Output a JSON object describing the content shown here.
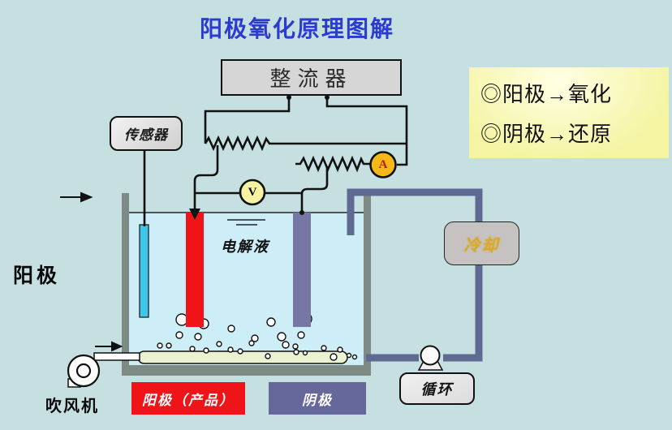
{
  "title": {
    "text": "阳极氧化原理图解"
  },
  "rectifier": {
    "label": "整流器"
  },
  "sensor": {
    "label": "传感器"
  },
  "info_box": {
    "line1": "◎阳极→氧化",
    "line2": "◎阴极→还原"
  },
  "meters": {
    "voltmeter_label": "V",
    "ammeter_label": "A"
  },
  "tank": {
    "electrolyte_label": "电解液"
  },
  "side_labels": {
    "anode": "阳极",
    "blower": "吹风机"
  },
  "legend": {
    "anode_label": "阳极（产品）",
    "cathode_label": "阴极"
  },
  "cooler": {
    "label": "冷却"
  },
  "circulation": {
    "label": "循环"
  },
  "icons": {
    "voltmeter": "voltmeter-icon",
    "ammeter": "ammeter-icon",
    "pump": "pump-icon",
    "blower": "blower-fan-icon",
    "resistor": "resistor-zigzag-icon",
    "flow_arrow": "right-arrow-icon"
  },
  "colors": {
    "background": "#c6e0e1",
    "liquid": "#cdeef7",
    "anode_red": "#ee1418",
    "cathode_purple": "#7677a5",
    "legend_cathode": "#66679a",
    "probe_cyan": "#3fc6ea",
    "pipe": "#5e6a92",
    "tank_wall": "#7e8a84",
    "ammeter_fill": "#f6b818",
    "voltmeter_fill": "#f8f3a2",
    "info_bg": "#f6f6a8",
    "title_blue": "#2b3bd0",
    "cooler_text": "#d8a92c",
    "air_tube_green": "#e9f3d2"
  }
}
